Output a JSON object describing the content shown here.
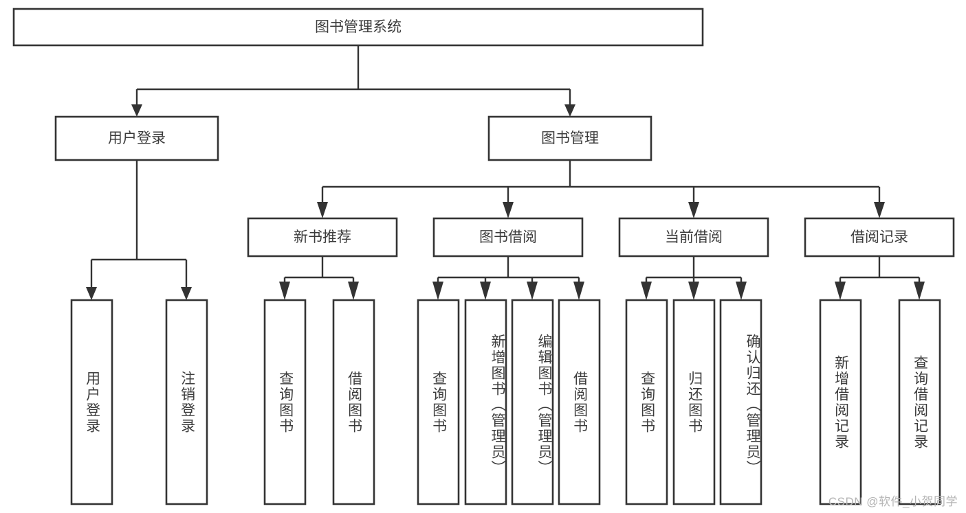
{
  "diagram": {
    "title": "图书管理系统",
    "type": "tree-hierarchy-diagram",
    "colors": {
      "box_stroke": "#333333",
      "box_fill": "#ffffff",
      "text": "#3c3c3c",
      "background": "#ffffff",
      "watermark": "#b4b4b4"
    },
    "root": {
      "label": "图书管理系统"
    },
    "level2": [
      {
        "label": "用户登录"
      },
      {
        "label": "图书管理"
      }
    ],
    "level3": [
      {
        "label": "新书推荐"
      },
      {
        "label": "图书借阅"
      },
      {
        "label": "当前借阅"
      },
      {
        "label": "借阅记录"
      }
    ],
    "leaves": {
      "user_login": [
        {
          "label": "用户登录"
        },
        {
          "label": "注销登录"
        }
      ],
      "new_book_recommend": [
        {
          "label": "查询图书"
        },
        {
          "label": "借阅图书"
        }
      ],
      "book_borrow": [
        {
          "label": "查询图书"
        },
        {
          "label": "新增图书（管理员）"
        },
        {
          "label": "编辑图书（管理员）"
        },
        {
          "label": "借阅图书"
        }
      ],
      "current_borrow": [
        {
          "label": "查询图书"
        },
        {
          "label": "归还图书"
        },
        {
          "label": "确认归还（管理员）"
        }
      ],
      "borrow_record": [
        {
          "label": "新增借阅记录"
        },
        {
          "label": "查询借阅记录"
        }
      ]
    }
  },
  "watermark": {
    "text": "CSDN @软件_小贺同学"
  }
}
